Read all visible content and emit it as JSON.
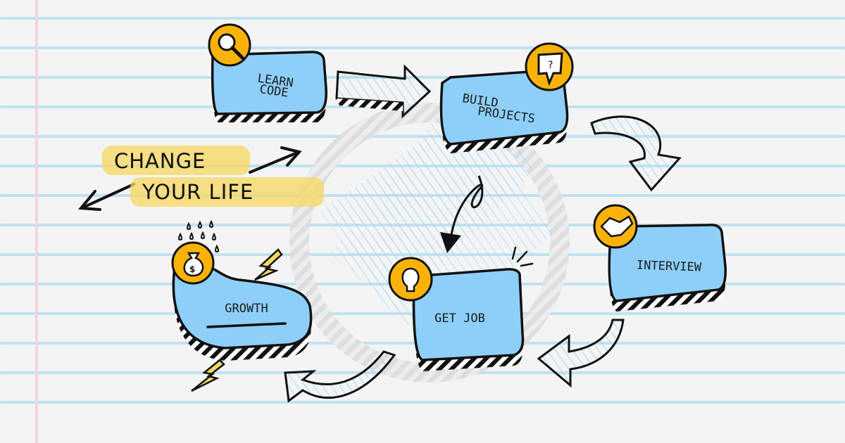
{
  "diagram": {
    "headline": {
      "line1": "CHANGE",
      "line2": "YOUR LIFE"
    },
    "steps": [
      {
        "id": "learn-code",
        "label_line1": "LEARN",
        "label_line2": "CODE",
        "icon": "magnifying-glass-icon"
      },
      {
        "id": "build-projects",
        "label_line1": "BUILD",
        "label_line2": "PROJECTS",
        "icon": "question-speech-bubble-icon"
      },
      {
        "id": "interview",
        "label_line1": "INTERVIEW",
        "label_line2": "",
        "icon": "handshake-icon"
      },
      {
        "id": "get-job",
        "label_line1": "GET JOB",
        "label_line2": "",
        "icon": "lightbulb-icon"
      },
      {
        "id": "growth",
        "label_line1": "GROWTH",
        "label_line2": "",
        "icon": "money-bag-icon"
      }
    ],
    "flow": [
      "LEARN CODE",
      "BUILD PROJECTS",
      "INTERVIEW",
      "GET JOB",
      "GROWTH"
    ],
    "colors": {
      "box_fill": "#8ecffa",
      "icon_circle": "#f9b308",
      "highlight": "#f5d75f",
      "rule_line": "#bfe2f0",
      "margin_line": "#f0d6e2",
      "ink": "#111111"
    }
  }
}
